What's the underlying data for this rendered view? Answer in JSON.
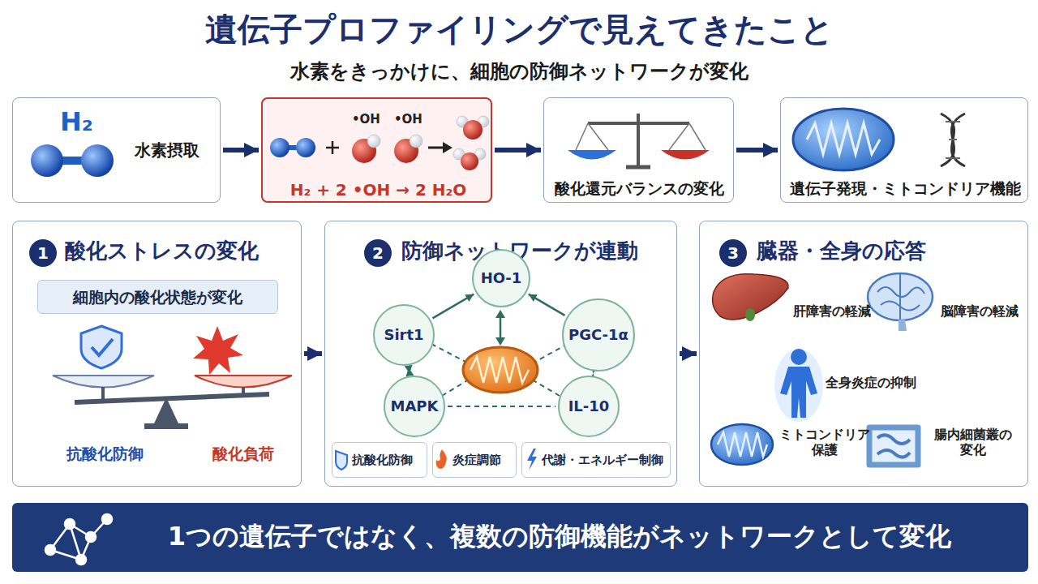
{
  "diagram": {
    "title": "遺伝子プロファイリングで見えてきたこと",
    "nodes": [
      {
        "text": [
          "H₂",
          "水素摂取"
        ]
      },
      {
        "text": [
          "•OH",
          "•OH",
          "H₂ + 2 •OH → 2 H₂O"
        ]
      },
      {
        "text": [
          "酸化還元バランスの変化"
        ]
      },
      {
        "text": [
          "遺伝子発現・ミトコンドリア機能"
        ]
      },
      {
        "text": [
          "1",
          "酸化ストレスの変化"
        ]
      },
      {
        "text": [
          "細胞内の酸化状態が変化"
        ],
        "in": 4
      },
      {
        "text": [
          "2",
          "防御ネットワークが連動"
        ]
      },
      {
        "text": [
          "HO-1"
        ],
        "in": 6
      },
      {
        "text": [
          "Sirt1"
        ],
        "in": 6
      },
      {
        "text": [
          "PGC-1α"
        ],
        "in": 6
      },
      {
        "text": [
          "MAPK"
        ],
        "in": 6
      },
      {
        "text": [
          "IL-10"
        ],
        "in": 6
      },
      {
        "text": [
          "抗酸化防御"
        ],
        "in": 6
      },
      {
        "text": [
          "炎症調節"
        ],
        "in": 6
      },
      {
        "text": [
          "代謝・エネルギー制御"
        ],
        "in": 6
      },
      {
        "text": [
          "3",
          "臓器・全身の応答"
        ]
      },
      {
        "text": [
          "1つの遺伝子ではなく、複数の防御機能がネットワークとして変化"
        ]
      }
    ],
    "edges": [
      {
        "from": 0,
        "to": 1,
        "arrow": "to"
      },
      {
        "from": 1,
        "to": 2,
        "arrow": "to"
      },
      {
        "from": 2,
        "to": 3,
        "arrow": "to"
      },
      {
        "from": 4,
        "to": 6,
        "arrow": "to"
      },
      {
        "from": 6,
        "to": 15,
        "arrow": "to"
      },
      {
        "from": 8,
        "to": 7,
        "arrow": "to"
      },
      {
        "from": 9,
        "to": 7,
        "arrow": "to"
      },
      {
        "from": 8,
        "to": 10,
        "arrow": "both"
      },
      {
        "from": 9,
        "to": 11,
        "arrow": "both"
      },
      {
        "from": 10,
        "to": 11,
        "arrow": "none"
      }
    ],
    "labels": [
      "水素をきっかけに、細胞の防御ネットワークが変化",
      "抗酸化防御",
      "酸化負荷",
      "肝障害の軽減",
      "脳障害の軽減",
      "全身炎症の抑制",
      "ミトコンドリア 保護",
      "腸内細菌叢の 変化"
    ]
  }
}
